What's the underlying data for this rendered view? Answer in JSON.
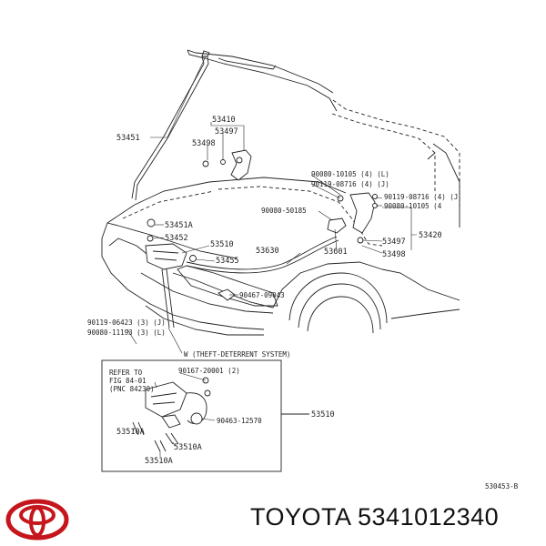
{
  "labels": {
    "p53451": "53451",
    "p53410": "53410",
    "p53497a": "53497",
    "p53498a": "53498",
    "p90080_10105": "90080-10105 (4) (L)",
    "p90119_08716": "90119-08716 (4) (J)",
    "p90119_08716r": "90119-08716 (4) (J",
    "p90080_10105r": "90080-10105 (4",
    "p90080_50185": "90080-50185",
    "p53451A": "53451A",
    "p53452": "53452",
    "p53510": "53510",
    "p53630": "53630",
    "p53455": "53455",
    "p53601": "53601",
    "p53497b": "53497",
    "p53498b": "53498",
    "p53420": "53420",
    "p90467": "90467-09043",
    "p90119_06423": "90119-06423 (3) (J)",
    "p90080_11193": "90080-11193 (3) (L)",
    "theft": "W (THEFT-DETERRENT SYSTEM)",
    "refer1": "REFER TO",
    "refer2": "FIG 84-01",
    "refer3": "(PNC 84230)",
    "p90167": "90167-20001 (2)",
    "p90463": "90463-12570",
    "p53510b": "53510",
    "p53510Aa": "53510A",
    "p53510Ab": "53510A",
    "p53510Ac": "53510A",
    "code": "530453-B"
  },
  "brand": {
    "text": "TOYOTA 5341012340",
    "logo_icon": "toyota-logo",
    "logo_color": "#c4161c"
  }
}
